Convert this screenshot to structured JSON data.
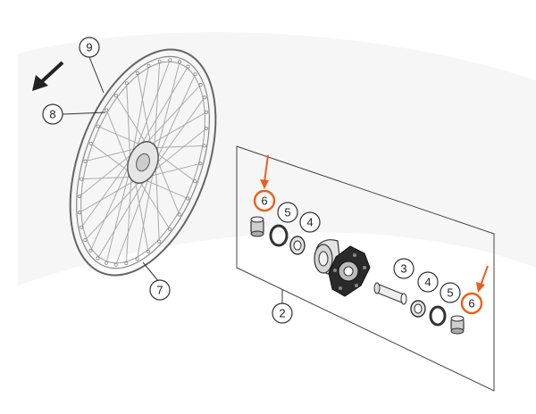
{
  "callouts": {
    "c9": "9",
    "c8": "8",
    "c7": "7",
    "c2": "2",
    "c6_top": "6",
    "c5_top": "5",
    "c4_top": "4",
    "c3": "3",
    "c4_bottom": "4",
    "c5_bottom": "5",
    "c6_bottom": "6"
  },
  "colors": {
    "line": "#222222",
    "highlight": "#e8601c",
    "part_fill": "#d9d9d9",
    "hub_dark": "#2a2a2a",
    "spoke": "#aaaaaa",
    "rim": "#666666"
  },
  "icons": [
    "direction-arrow-icon",
    "highlight-arrow-icon"
  ]
}
